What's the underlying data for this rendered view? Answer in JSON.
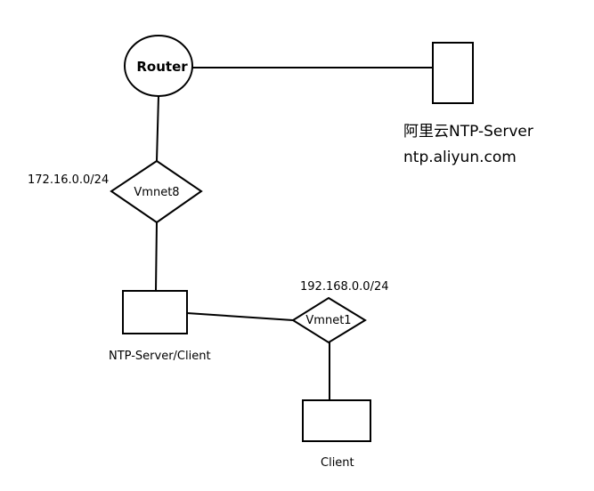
{
  "nodes": {
    "router": {
      "label": "Router"
    },
    "aliyun_server": {
      "label": "阿里云NTP-Server",
      "host": "ntp.aliyun.com"
    },
    "vmnet8": {
      "label": "Vmnet8",
      "subnet": "172.16.0.0/24"
    },
    "ntp_server_client": {
      "label": "NTP-Server/Client"
    },
    "vmnet1": {
      "label": "Vmnet1",
      "subnet": "192.168.0.0/24"
    },
    "client": {
      "label": "Client"
    }
  },
  "colors": {
    "stroke": "#000000",
    "background": "#ffffff"
  }
}
